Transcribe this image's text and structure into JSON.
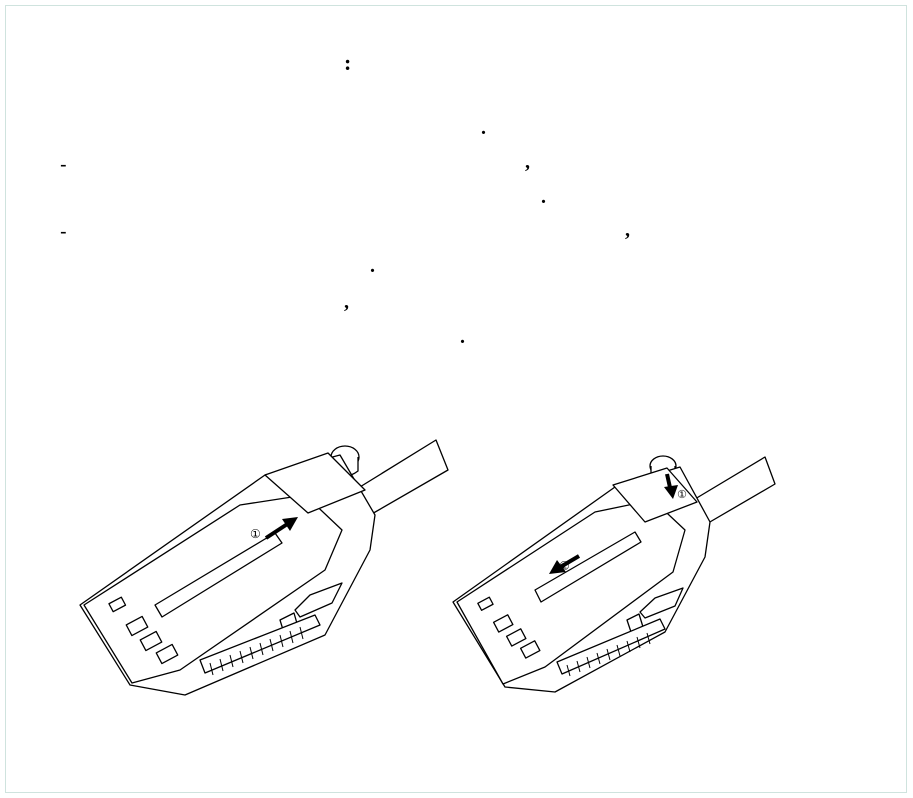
{
  "text": {
    "heading_colon": ":",
    "line1_period": ".",
    "bullet1_dash": "-",
    "bullet1_comma": ",",
    "bullet1_period": ".",
    "bullet2_dash": "-",
    "bullet2_comma": ",",
    "bullet2_period": ".",
    "line_comma": ",",
    "line_period": "."
  },
  "figures": {
    "left_step_label": "①",
    "right_step1_label": "①",
    "right_step2_label": "②"
  }
}
